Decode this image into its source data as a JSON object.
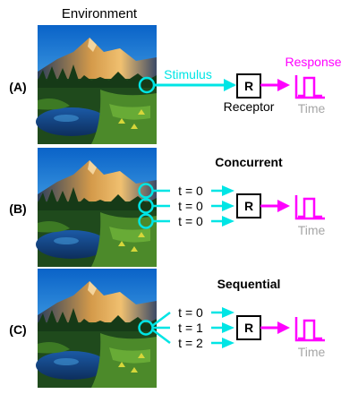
{
  "header": {
    "environment": "Environment"
  },
  "panels": [
    {
      "label": "(A)",
      "stimulus_label": "Stimulus",
      "response_label": "Response",
      "receptor_symbol": "R",
      "receptor_label": "Receptor",
      "time_label": "Time"
    },
    {
      "label": "(B)",
      "title": "Concurrent",
      "times": [
        "t = 0",
        "t = 0",
        "t = 0"
      ],
      "receptor_symbol": "R",
      "time_label": "Time"
    },
    {
      "label": "(C)",
      "title": "Sequential",
      "times": [
        "t = 0",
        "t = 1",
        "t = 2"
      ],
      "receptor_symbol": "R",
      "time_label": "Time"
    }
  ],
  "colors": {
    "stimulus": "#00e5e5",
    "response": "#ff00ff",
    "axis_label": "#a6a6a6",
    "text": "#000000"
  }
}
